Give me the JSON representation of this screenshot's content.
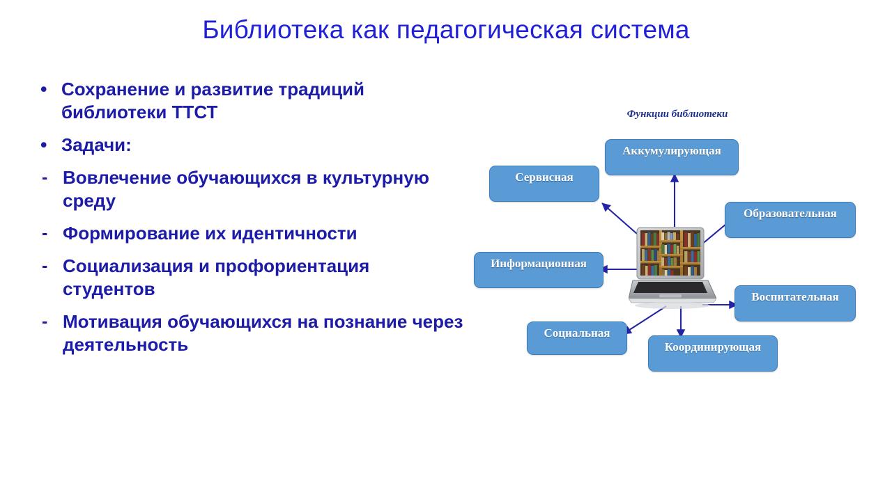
{
  "slide": {
    "title": "Библиотека как педагогическая система",
    "title_color": "#2020d8",
    "background": "#ffffff"
  },
  "bullets": {
    "text_color": "#1c1ca8",
    "items": [
      {
        "marker": "•",
        "marker_type": "dot",
        "text": "Сохранение и развитие традиций библиотеки ТТСТ"
      },
      {
        "marker": "•",
        "marker_type": "dot",
        "text": "Задачи:"
      },
      {
        "marker": "-",
        "marker_type": "dash",
        "text": "Вовлечение обучающихся в культурную среду"
      },
      {
        "marker": "-",
        "marker_type": "dash",
        "text": "Формирование их идентичности"
      },
      {
        "marker": "-",
        "marker_type": "dash",
        "text": "Социализация и профориентация студентов"
      },
      {
        "marker": "-",
        "marker_type": "dash",
        "text": "Мотивация обучающихся на познание через деятельность"
      }
    ]
  },
  "diagram": {
    "title": "Функции библиотеки",
    "title_color": "#1f2f8f",
    "box_fill": "#5b9bd5",
    "box_border": "#3e7cb5",
    "box_text_color": "#ffffff",
    "arrow_color": "#2323a5",
    "center_icon": "laptop-bookshelf-icon",
    "boxes": [
      {
        "label": "Аккумулирующая",
        "name": "function-box-accumulating"
      },
      {
        "label": "Сервисная",
        "name": "function-box-service"
      },
      {
        "label": "Образовательная",
        "name": "function-box-educational"
      },
      {
        "label": "Информационная",
        "name": "function-box-informational"
      },
      {
        "label": "Воспитательная",
        "name": "function-box-upbringing"
      },
      {
        "label": "Социальная",
        "name": "function-box-social"
      },
      {
        "label": "Координирующая",
        "name": "function-box-coordinating"
      }
    ]
  }
}
